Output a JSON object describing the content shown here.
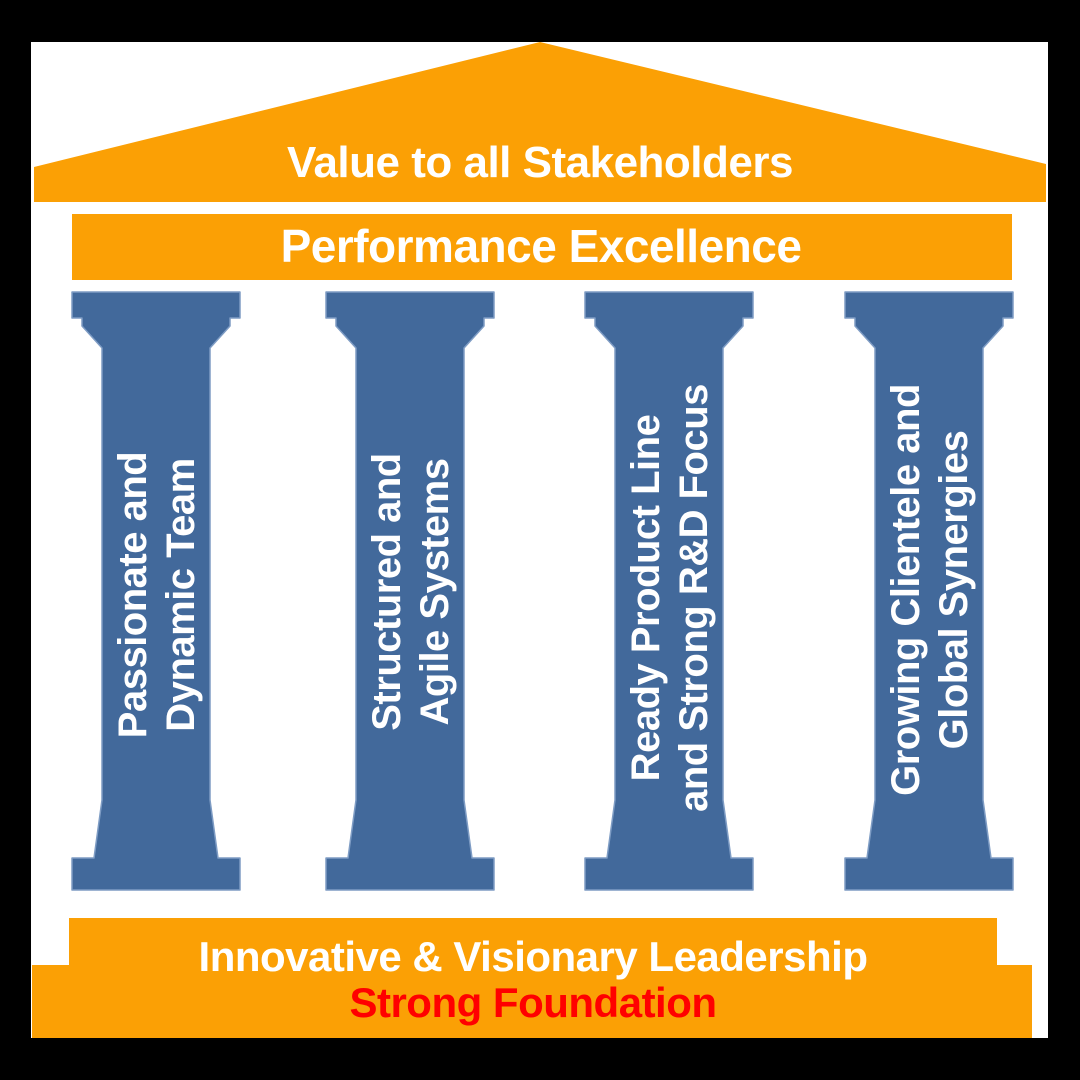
{
  "diagram": {
    "roof": {
      "label": "Value to all Stakeholders"
    },
    "beam": {
      "label": "Performance Excellence"
    },
    "pillars": [
      {
        "line1": "Passionate and",
        "line2": "Dynamic Team"
      },
      {
        "line1": "Structured and",
        "line2": "Agile Systems"
      },
      {
        "line1": "Ready Product Line",
        "line2": "and Strong R&D Focus"
      },
      {
        "line1": "Growing Clientele and",
        "line2": "Global Synergies"
      }
    ],
    "foundation": {
      "line1": "Innovative & Visionary Leadership",
      "line2": "Strong Foundation"
    }
  },
  "colors": {
    "frame_black": "#000000",
    "canvas_white": "#ffffff",
    "orange": "#fba005",
    "pillar_blue": "#42699b",
    "pillar_edge_highlight": "#7e9cc4",
    "text_white": "#ffffff",
    "foundation_red": "#ff0000"
  }
}
